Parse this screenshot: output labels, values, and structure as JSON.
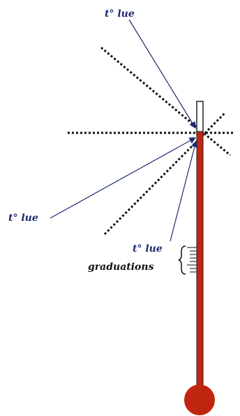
{
  "labels": {
    "reading_top": "t° lue",
    "reading_left": "t° lue",
    "reading_low": "t° lue",
    "graduations": "graduations"
  },
  "colors": {
    "thermometer_red": "#c0250f",
    "arrow_blue": "#1f2a6e",
    "dotted_line": "#111111",
    "outline": "#222222"
  }
}
